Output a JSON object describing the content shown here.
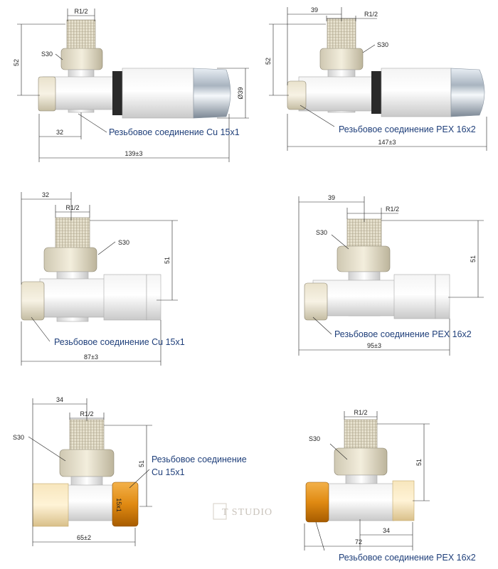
{
  "watermark": "T  STUDIO",
  "diagrams": [
    {
      "id": "d1",
      "thread": "R1/2",
      "nut": "S30",
      "height": "52",
      "offset": "32",
      "length": "139±3",
      "diameter": "Ø39",
      "connection": "Резьбовое соединение Cu 15x1"
    },
    {
      "id": "d2",
      "thread": "R1/2",
      "nut": "S30",
      "height": "52",
      "offset": "39",
      "length": "147±3",
      "connection": "Резьбовое соединение PEX 16x2"
    },
    {
      "id": "d3",
      "thread": "R1/2",
      "nut": "S30",
      "height": "51",
      "offset": "32",
      "length": "87±3",
      "connection": "Резьбовое соединение Cu 15x1"
    },
    {
      "id": "d4",
      "thread": "R1/2",
      "nut": "S30",
      "height": "51",
      "offset": "39",
      "length": "95±3",
      "connection": "Резьбовое соединение PEX 16x2"
    },
    {
      "id": "d5",
      "thread": "R1/2",
      "nut": "S30",
      "height": "51",
      "offset": "34",
      "length": "65±2",
      "side_mark": "15x1",
      "connection_line1": "Резьбовое соединение",
      "connection_line2": "Cu 15x1"
    },
    {
      "id": "d6",
      "thread": "R1/2",
      "nut": "S30",
      "height": "51",
      "offset": "34",
      "length": "72",
      "connection": "Резьбовое соединение PEX 16x2"
    }
  ]
}
